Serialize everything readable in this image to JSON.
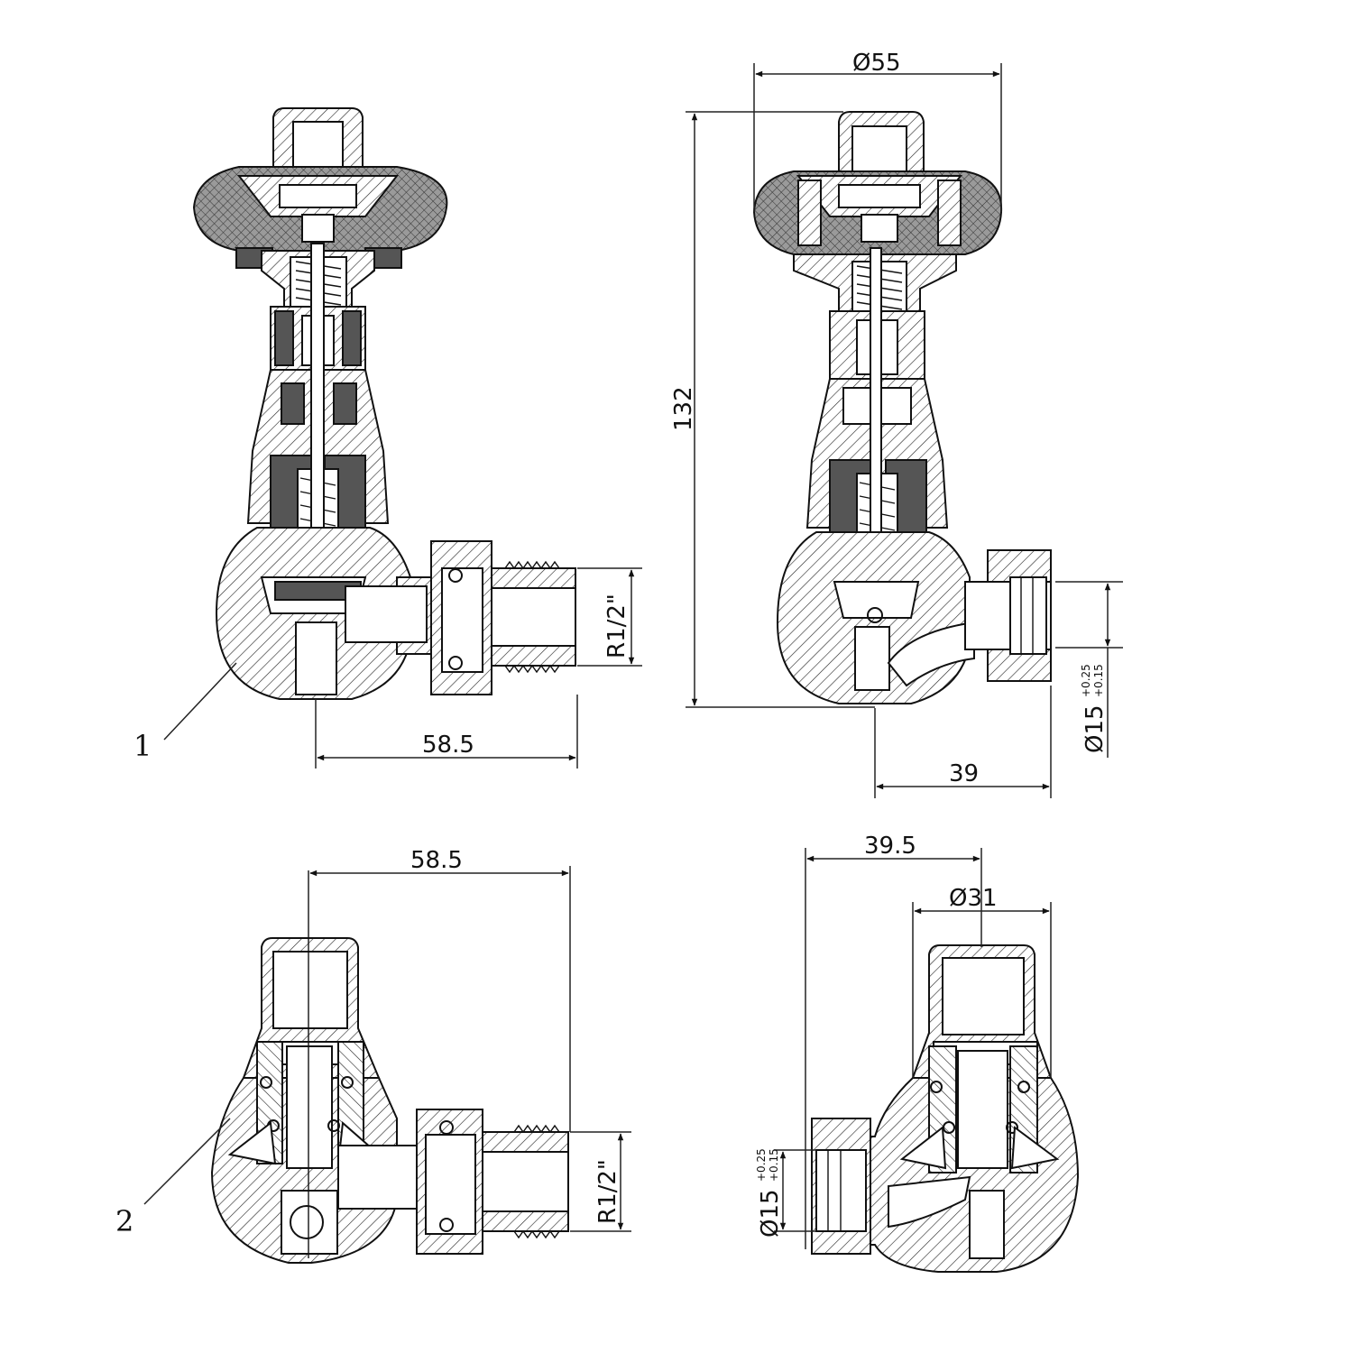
{
  "drawing": {
    "leaders": {
      "item1": "1",
      "item2": "2"
    },
    "dimensions": {
      "handle_diameter": "55",
      "overall_height": "132",
      "offset_a": "58.5",
      "offset_b": "39",
      "thread_a": "R1/2\"",
      "thread_b": "R1/2\"",
      "offset_c": "58.5",
      "offset_d": "39.5",
      "cap_diameter": "31",
      "pipe_a": "15",
      "pipe_b": "15",
      "tol_upper": "+0.25",
      "tol_lower": "+0.15",
      "diameter_symbol": "Ø"
    }
  }
}
